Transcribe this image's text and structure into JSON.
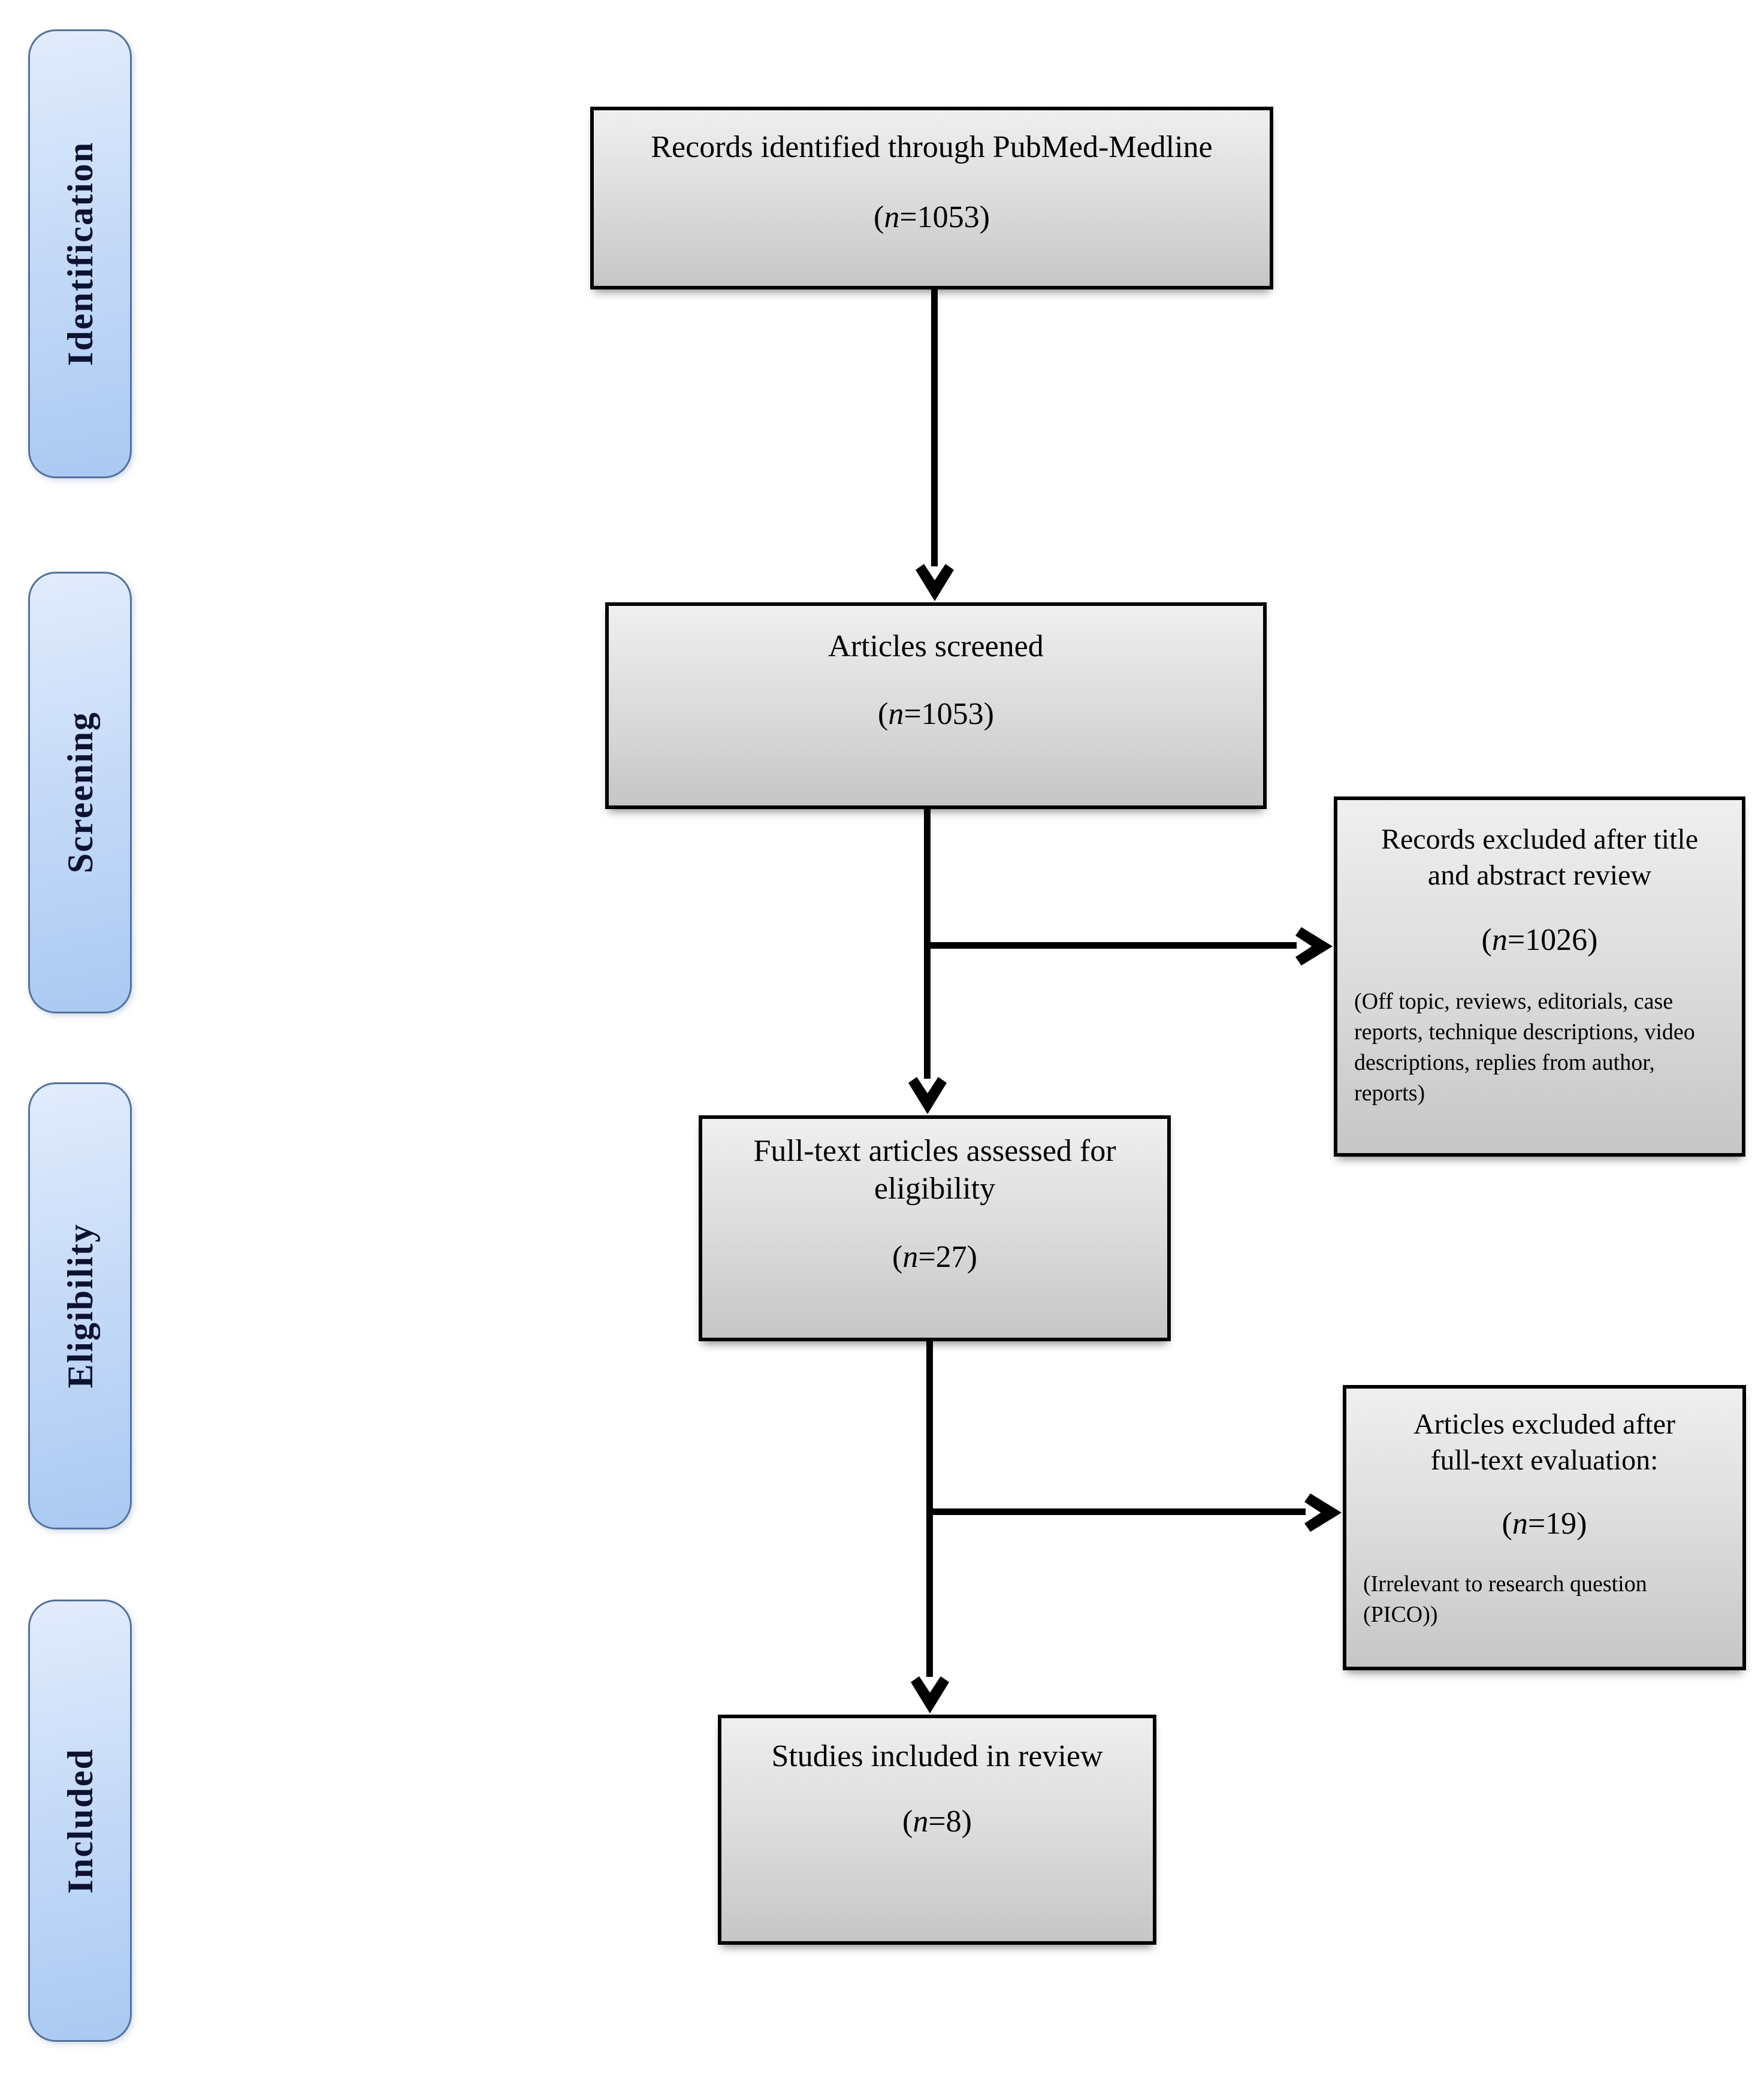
{
  "figure": {
    "kind": "PRISMA systematic review flow diagram"
  },
  "stages": [
    {
      "label": "Identification"
    },
    {
      "label": "Screening"
    },
    {
      "label": "Eligibility"
    },
    {
      "label": "Included"
    }
  ],
  "flow_boxes": [
    {
      "title": "Records identified through PubMed-Medline",
      "count_open": "(",
      "count_var": "n",
      "count_rest": "=1053)"
    },
    {
      "title": "Articles screened",
      "count_open": "(",
      "count_var": "n",
      "count_rest": "=1053)"
    },
    {
      "title": "Full-text articles assessed for eligibility",
      "count_open": "(",
      "count_var": "n",
      "count_rest": "=27)"
    },
    {
      "title": "Studies included in review",
      "count_open": "(",
      "count_var": "n",
      "count_rest": "=8)"
    }
  ],
  "exclusion_boxes": [
    {
      "title": "Records excluded after title and abstract review",
      "count_open": "(",
      "count_var": "n",
      "count_rest": "=1026)",
      "note": "(Off topic, reviews, editorials, case reports, technique descriptions, video descriptions, replies from author, reports)"
    },
    {
      "title": "Articles excluded after full-text evaluation:",
      "count_open": "(",
      "count_var": "n",
      "count_rest": "=19)",
      "note": "(Irrelevant to research question (PICO))"
    }
  ],
  "colors": {
    "background": "#ffffff",
    "stage_fill_top": "#e2ecfc",
    "stage_fill_bottom": "#aac9f2",
    "stage_border": "#54719b",
    "stage_text": "#0d1230",
    "box_fill_top": "#efefef",
    "box_fill_bottom": "#c6c6c6",
    "box_border": "#000000",
    "box_text": "#000000",
    "arrow": "#000000"
  }
}
